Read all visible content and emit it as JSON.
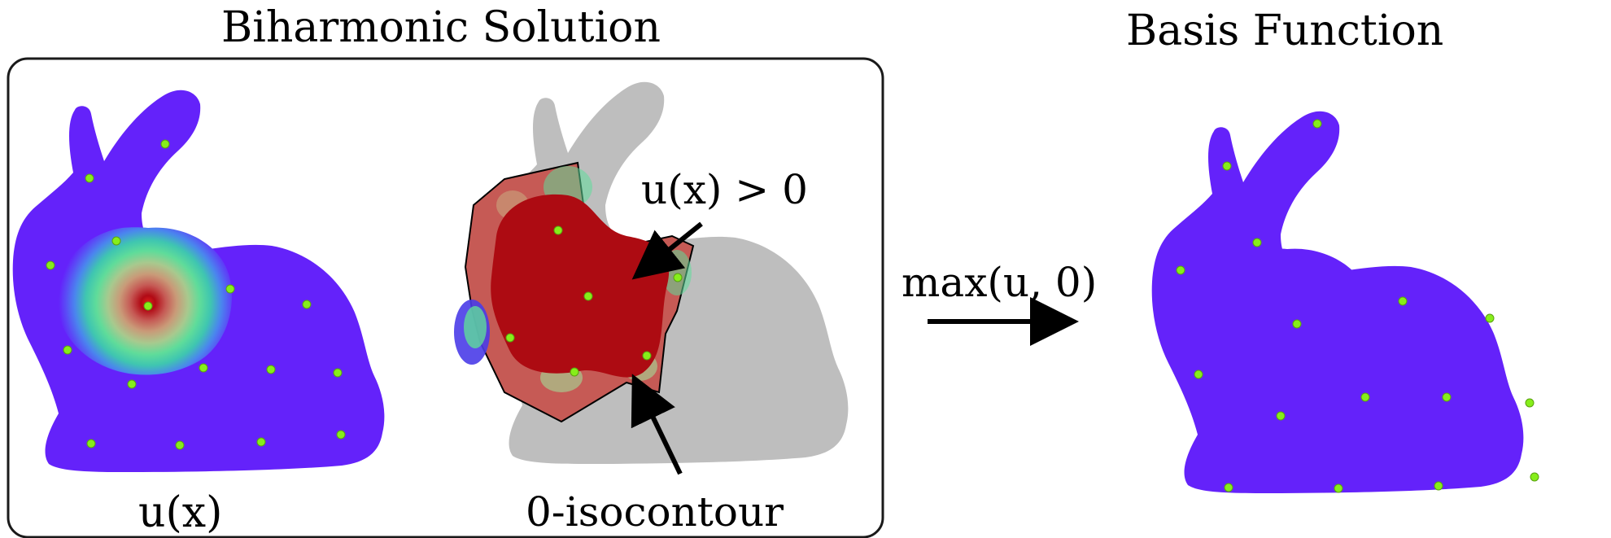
{
  "title_left": "Biharmonic Solution",
  "title_right": "Basis Function",
  "label_ux": "u(x)",
  "label_positive": "u(x) > 0",
  "label_isocontour": "0-isocontour",
  "label_operation": "max(u, 0)",
  "colors": {
    "field_low": "#6422fa",
    "field_peak": "#b10a15",
    "region_positive": "#ad0b12",
    "masked_region": "#bebebe",
    "sample_points": "#86ee1a",
    "frame": "#1a1a1a"
  }
}
